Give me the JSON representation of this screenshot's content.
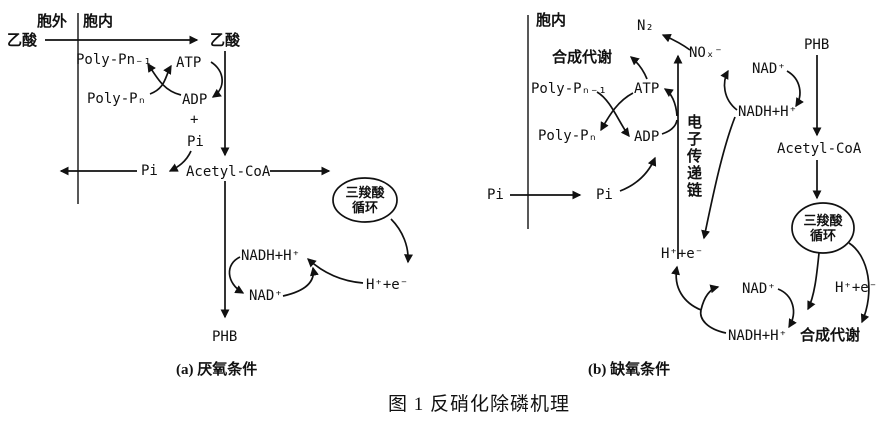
{
  "figure_title": "图 1 反硝化除磷机理",
  "colors": {
    "ink": "#111111",
    "background": "#ffffff"
  },
  "panel_a": {
    "caption": "(a) 厌氧条件",
    "labels": {
      "extracellular": "胞外",
      "intracellular": "胞内",
      "acetate_outside": "乙酸",
      "acetate_inside": "乙酸",
      "poly_p_n_minus_1": "Poly-Pn₋₁",
      "atp": "ATP",
      "poly_p_n": "Poly-Pₙ",
      "adp": "ADP",
      "plus": "+",
      "pi_released": "Pi",
      "pi_exported": "Pi",
      "acetyl_coa": "Acetyl-CoA",
      "tca_top": "三羧酸",
      "tca_bottom": "循环",
      "h_plus_e": "H⁺+e⁻",
      "nadh": "NADH+H⁺",
      "nad": "NAD⁺",
      "phb": "PHB"
    }
  },
  "panel_b": {
    "caption": "(b) 缺氧条件",
    "labels": {
      "intracellular": "胞内",
      "n2": "N₂",
      "nox": "NOₓ⁻",
      "anabolism_top": "合成代谢",
      "poly_p_n_minus_1": "Poly-Pₙ₋₁",
      "atp": "ATP",
      "poly_p_n": "Poly-Pₙ",
      "adp": "ADP",
      "electron_transport_chain": "电子传递链",
      "pi_outside": "Pi",
      "pi_inside": "Pi",
      "h_plus_e_left": "H⁺+e⁻",
      "phb": "PHB",
      "nad_upper": "NAD⁺",
      "nadh_upper": "NADH+H⁺",
      "acetyl_coa": "Acetyl-CoA",
      "tca_top": "三羧酸",
      "tca_bottom": "循环",
      "nad_lower": "NAD⁺",
      "h_plus_e_right": "H⁺+e⁻",
      "nadh_lower": "NADH+H⁺",
      "anabolism_bottom": "合成代谢"
    }
  }
}
